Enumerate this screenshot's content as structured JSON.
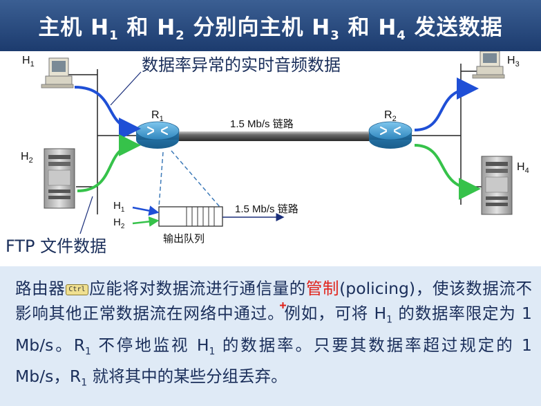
{
  "title": {
    "prefix": "主机 H",
    "sub1": "1",
    "and1": " 和 H",
    "sub2": "2",
    "mid": " 分别向主机 H",
    "sub3": "3",
    "and2": " 和 H",
    "sub4": "4",
    "suffix": " 发送数据"
  },
  "diagram": {
    "realtime_label": "数据率异常的实时音频数据",
    "ftp_label": "FTP 文件数据",
    "link_label_top": "1.5 Mb/s 链路",
    "link_label_queue": "1.5 Mb/s 链路",
    "queue_label": "输出队列",
    "hosts": {
      "h1": {
        "main": "H",
        "sub": "1"
      },
      "h2": {
        "main": "H",
        "sub": "2"
      },
      "h3": {
        "main": "H",
        "sub": "3"
      },
      "h4": {
        "main": "H",
        "sub": "4"
      }
    },
    "routers": {
      "r1": {
        "main": "R",
        "sub": "1"
      },
      "r2": {
        "main": "R",
        "sub": "2"
      }
    },
    "queue_inputs": {
      "h1": {
        "main": "H",
        "sub": "1"
      },
      "h2": {
        "main": "H",
        "sub": "2"
      }
    }
  },
  "bottom": {
    "s1": "路由器",
    "ctrl_badge": "Ctrl",
    "s2": "应能将对数据流进行通信量的",
    "highlight": "管制",
    "s3": "(policing)，使该数据流不影响其他正常数据流在网络中通过。例如，可将 H",
    "sub_a": "1",
    "s4": " 的数据率限定为 1 Mb/s。R",
    "sub_b": "1",
    "s5": " 不停地监视 H",
    "sub_c": "1",
    "s6": " 的数据率。只要其数据率超过规定的 1 Mb/s，R",
    "sub_d": "1",
    "s7": " 就将其中的某些分组丢弃。"
  },
  "colors": {
    "title_bg": "#1c3b6e",
    "bottom_bg": "#dfeaf6",
    "blue_flow": "#1f4fd6",
    "green_flow": "#36c24a",
    "highlight": "#e0221a",
    "router": "#3a95c9"
  }
}
